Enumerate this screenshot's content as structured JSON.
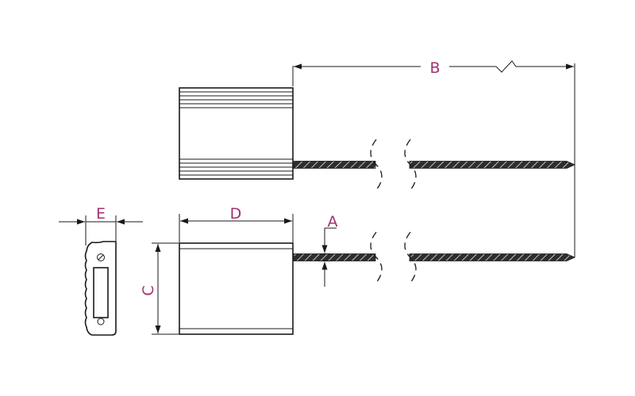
{
  "labels": {
    "a": "A",
    "b": "B",
    "c": "C",
    "d": "D",
    "e": "E"
  },
  "colors": {
    "label": "#a0306f",
    "line": "#1a1a1a",
    "cable": "#2e2e2e"
  }
}
